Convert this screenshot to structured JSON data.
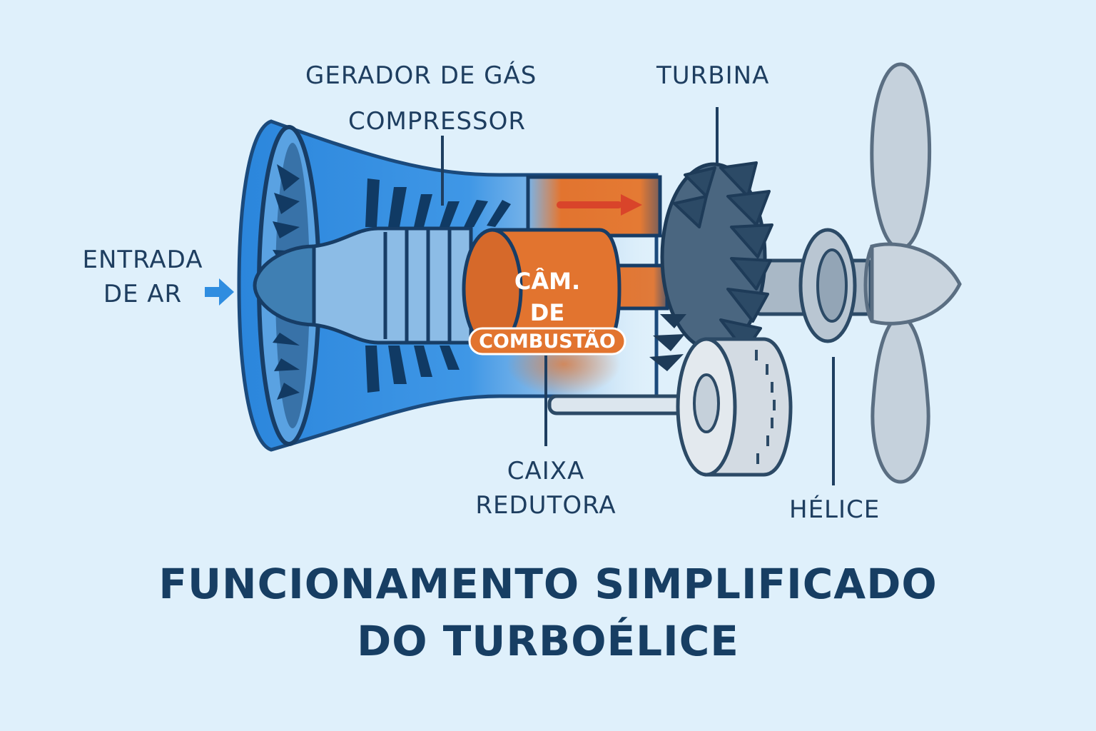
{
  "labels": {
    "gas_generator": "GERADOR DE GÁS",
    "compressor": "COMPRESSOR",
    "turbine": "TURBINA",
    "air_intake_line1": "ENTRADA",
    "air_intake_line2": "DE AR",
    "combustion_line1": "CÂM.",
    "combustion_line2": "DE",
    "combustion_line3": "COMBUSTÃO",
    "gearbox_line1": "CAIXA",
    "gearbox_line2": "REDUTORA",
    "propeller": "HÉLICE"
  },
  "title": {
    "line1": "FUNCIONAMENTO SIMPLIFICADO",
    "line2": "DO TURBOÉLICE"
  },
  "colors": {
    "background": "#dff0fb",
    "text": "#1e3e60",
    "intake_blue": "#2f8de0",
    "combustion_orange": "#e2742f",
    "flow_arrow": "#d9442a",
    "metal_gray": "#a9b8c6",
    "turbine_dark": "#2c4a66"
  }
}
